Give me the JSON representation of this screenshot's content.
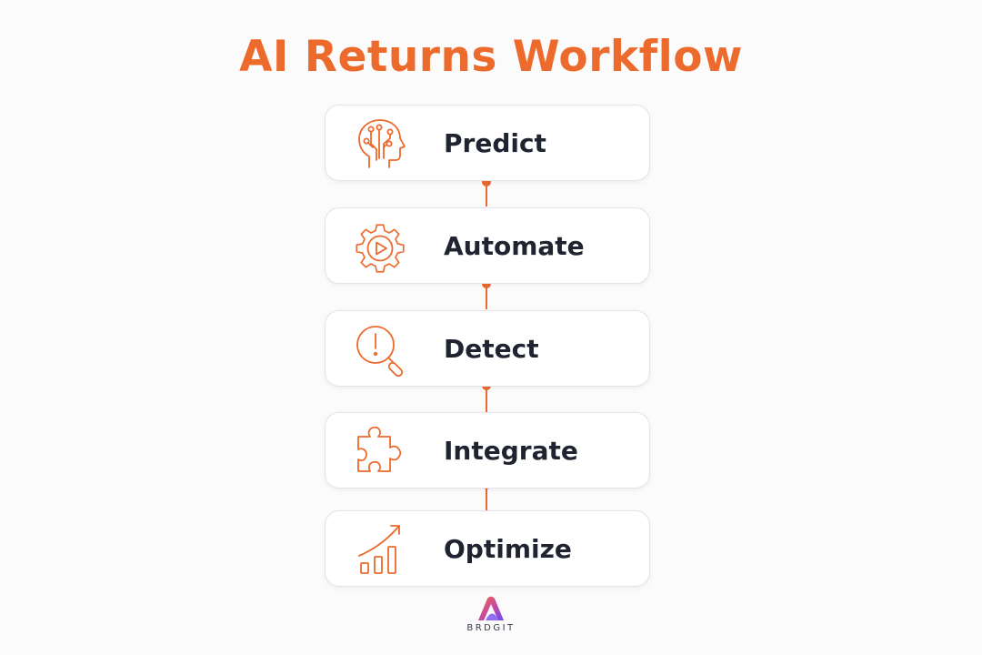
{
  "title": "AI Returns Workflow",
  "accent_color": "#ec6a2c",
  "steps": [
    {
      "label": "Predict",
      "icon": "brain-circuit-head-icon"
    },
    {
      "label": "Automate",
      "icon": "gear-play-icon"
    },
    {
      "label": "Detect",
      "icon": "magnifier-alert-icon"
    },
    {
      "label": "Integrate",
      "icon": "puzzle-piece-icon"
    },
    {
      "label": "Optimize",
      "icon": "growth-chart-icon"
    }
  ],
  "logo": {
    "text": "BRDGIT",
    "icon": "brdgit-logo-icon"
  }
}
